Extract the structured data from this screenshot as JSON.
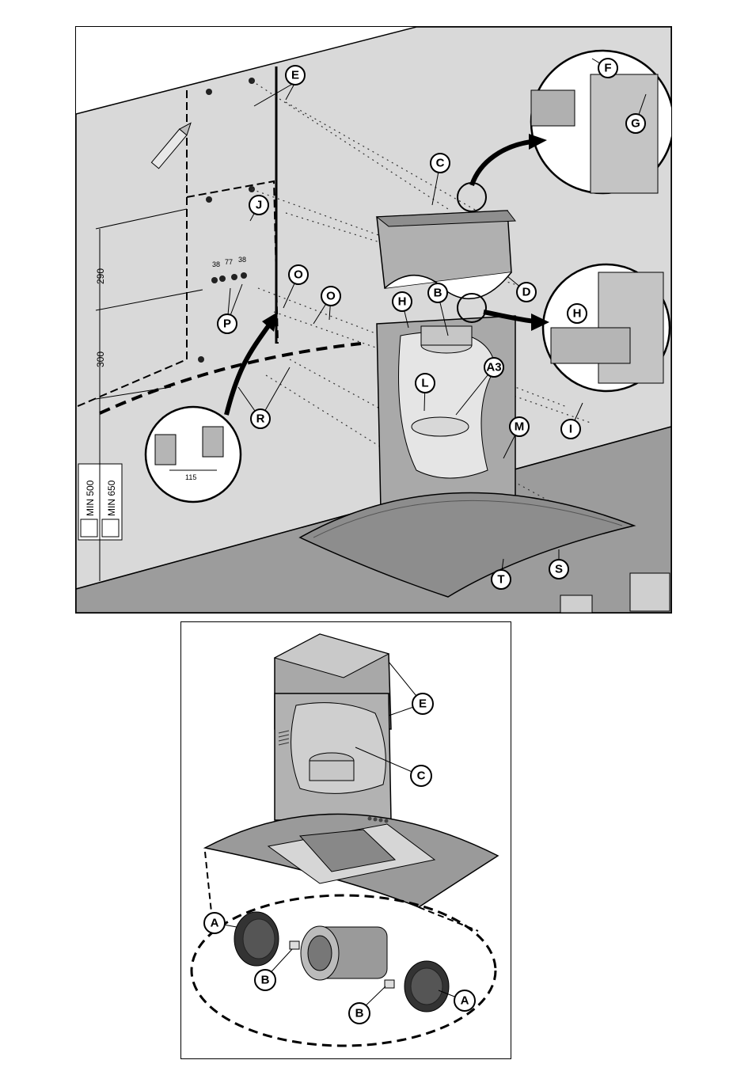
{
  "top_panel": {
    "labels": {
      "E": "E",
      "F": "F",
      "G": "G",
      "C": "C",
      "J": "J",
      "D": "D",
      "O1": "O",
      "O2": "O",
      "H1": "H",
      "B": "B",
      "H2": "H",
      "P": "P",
      "A3": "A3",
      "L": "L",
      "R": "R",
      "M": "M",
      "I": "I",
      "T": "T",
      "S": "S"
    },
    "dimensions": {
      "d290": "290",
      "d300": "300",
      "d38a": "38",
      "d77": "77",
      "d38b": "38",
      "d115": "115",
      "min500": "MIN 500",
      "min650": "MIN 650"
    }
  },
  "bottom_panel": {
    "labels": {
      "E": "E",
      "C": "C",
      "A_left": "A",
      "B_left": "B",
      "B_right": "B",
      "A_right": "A"
    }
  },
  "colors": {
    "wall": "#d4d4d4",
    "counter": "#9a9a9a",
    "chimney": "#a9a9a9",
    "hood": "#8a8a8a",
    "glass": "#bdbdbd"
  }
}
